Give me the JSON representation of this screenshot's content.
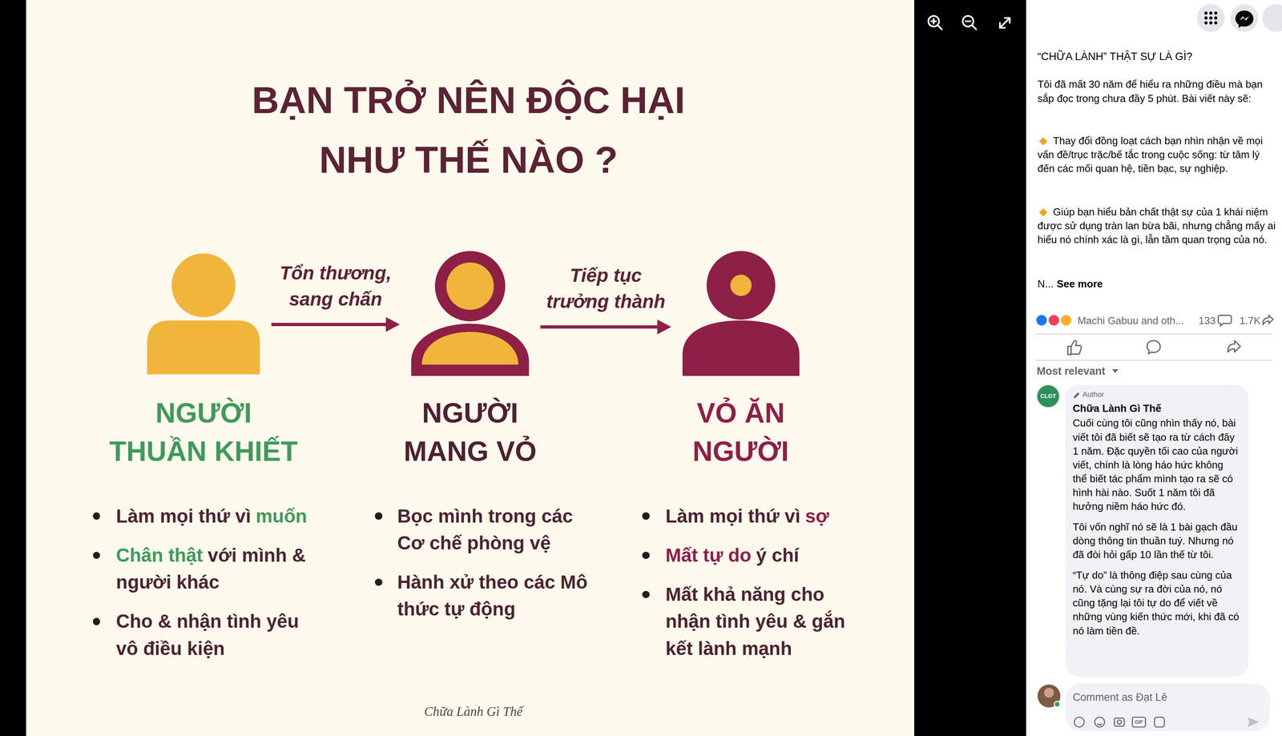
{
  "diagram": {
    "title": "BẠN TRỞ NÊN ĐỘC HẠI NHƯ THẾ NÀO ?",
    "nodes": [
      {
        "text": [
          "NGƯỜI THUẦN KHIẾT",
          "Làm mọi thứ vì",
          "muốn",
          "Chân thật",
          "với mình & người khác",
          "Cho & nhận tình yêu vô điều kiện"
        ]
      },
      {
        "text": [
          "NGƯỜI MANG VỎ",
          "Bọc mình trong các Cơ chế phòng vệ",
          "Hành xử theo các Mô thức tự động"
        ]
      },
      {
        "text": [
          "VỎ ĂN NGƯỜI",
          "Làm mọi thứ vì",
          "sợ",
          "Mất tự do",
          "ý chí",
          "Mất khả năng cho nhận tình yêu & gắn kết lành mạnh"
        ]
      }
    ],
    "edges": [
      {
        "from": 0,
        "to": 1,
        "label": "Tổn thương, sang chấn",
        "arrow": "to"
      },
      {
        "from": 1,
        "to": 2,
        "label": "Tiếp tục trưởng thành",
        "arrow": "to"
      }
    ],
    "labels": [
      "“CHỮA LÀNH” THẬT SỰ LÀ GÌ?",
      "Tôi đã mất 30 năm để hiểu ra những điều mà bạn sắp đọc trong chưa đầy 5 phút. Bài viết này sẽ:",
      "Thay đổi đồng loạt cách bạn nhìn nhận về mọi vấn đề/trục trặc/bế tắc trong cuộc sống: từ tâm lý đến các mối quan hệ, tiền bạc, sự nghiệp.",
      "Giúp bạn hiểu bản chất thật sự của 1 khái niệm được sử dụng tràn lan bừa bãi, nhưng chẳng mấy ai hiểu nó chính xác là gì, lẫn tầm quan trọng của nó.",
      "N...",
      "See more",
      "Machi Gabuu and oth...",
      "133",
      "1.7K",
      "Most relevant",
      "CLGT",
      "Author",
      "Chữa Lành Gì Thế",
      "Cuối cùng tôi cũng nhìn thấy nó, bài viết tôi đã biết sẽ tạo ra từ cách đây 1 năm. Đặc quyền tối cao của người viết, chính là lòng háo hức không thể biết tác phẩm mình tạo ra sẽ có hình hài nào. Suốt 1 năm tôi đã hưởng niềm háo hức đó.",
      "Tôi vốn nghĩ nó sẽ là 1 bài gạch đầu dòng thông tin thuần tuý. Nhưng nó đã đòi hỏi gấp 10 lần thế từ tôi.",
      "“Tự do” là thông điệp sau cùng của nó. Và cùng sự ra đời của nó, nó cũng tặng lại tôi tự do để viết về những vùng kiến thức mới, khi đã có nó làm tiền đề.",
      "Comment as Đạt Lê",
      "GIF",
      "Chữa Lành Gì Thế"
    ]
  }
}
